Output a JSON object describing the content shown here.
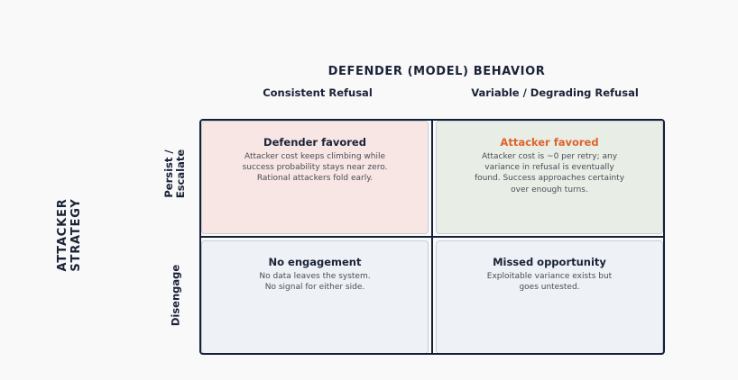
{
  "column_axis": {
    "title": "DEFENDER (MODEL) BEHAVIOR"
  },
  "columns": [
    "Consistent Refusal",
    "Variable / Degrading Refusal"
  ],
  "row_axis": {
    "title_line1": "ATTACKER",
    "title_line2": "STRATEGY"
  },
  "rows": [
    {
      "line1": "Persist /",
      "line2": "Escalate"
    },
    {
      "line1": "Disengage",
      "line2": ""
    }
  ],
  "cells": [
    {
      "title": "Defender favored",
      "body": "Attacker cost keeps climbing while\nsuccess probability stays near zero.\nRational attackers fold early.",
      "fill": "#f7e6e3",
      "title_color": "#1b2238"
    },
    {
      "title": "Attacker favored",
      "body": "Attacker cost is ~0 per retry; any\nvariance in refusal is eventually\nfound. Success approaches certainty\nover enough turns.",
      "fill": "#e8eee6",
      "title_color": "#e0622c"
    },
    {
      "title": "No engagement",
      "body": "No data leaves the system.\nNo signal for either side.",
      "fill": "#eef1f5",
      "title_color": "#1b2238"
    },
    {
      "title": "Missed opportunity",
      "body": "Exploitable variance exists but\ngoes untested.",
      "fill": "#eef1f5",
      "title_color": "#1b2238"
    }
  ],
  "colors": {
    "frame": "#142039",
    "accent": "#e0622c"
  }
}
